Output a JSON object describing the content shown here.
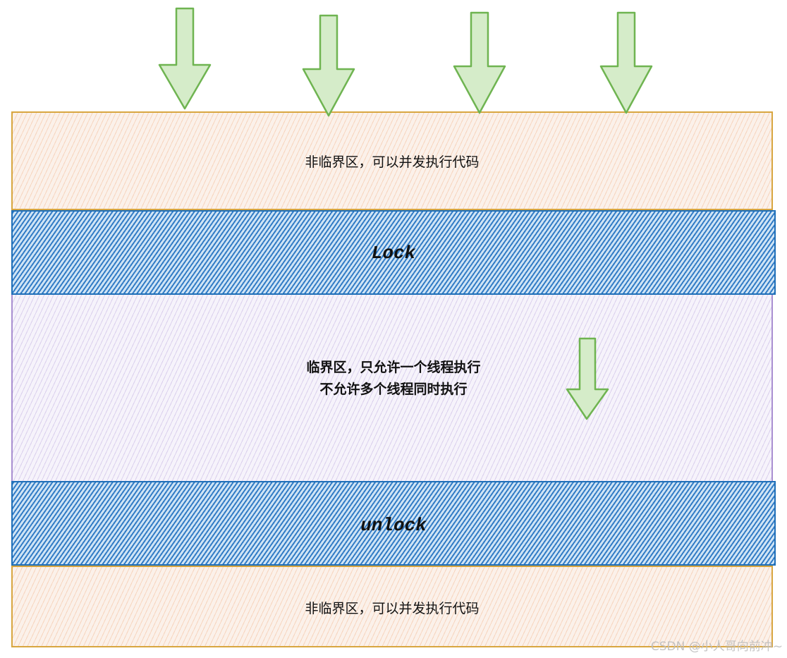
{
  "diagram": {
    "top_region_label": "非临界区，可以并发执行代码",
    "lock_label": "Lock",
    "critical_region_label_line1": "临界区，只允许一个线程执行",
    "critical_region_label_line2": "不允许多个线程同时执行",
    "unlock_label": "unlock",
    "bottom_region_label": "非临界区，可以并发执行代码"
  },
  "watermark": "CSDN @小人哥向前冲~",
  "colors": {
    "noncritical_fill": "#fbf1ea",
    "noncritical_stroke": "#d8a640",
    "critical_fill": "#f6f3fb",
    "critical_stroke": "#a98fd1",
    "lock_fill": "#2a76c4",
    "lock_stroke": "#1f6fb8",
    "arrow_fill": "#d5ecc9",
    "arrow_stroke": "#6fb451"
  },
  "icons": [
    "arrow-down-icon"
  ]
}
